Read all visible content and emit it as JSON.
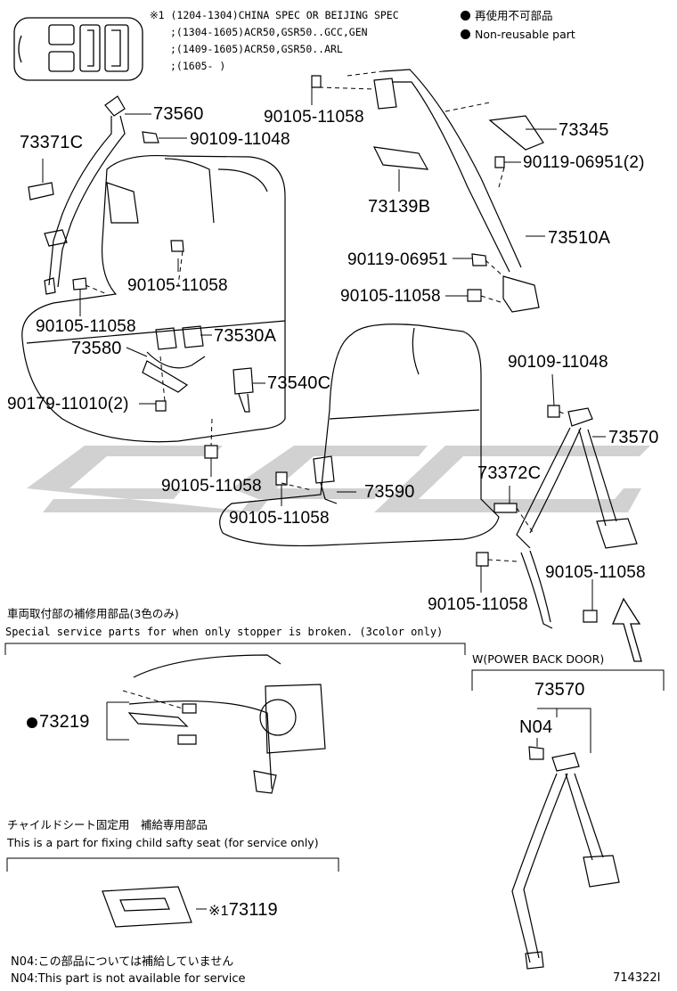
{
  "spec_note": {
    "line1": "※1 (1204-1304)CHINA SPEC OR BEIJING SPEC",
    "line2": ";(1304-1605)ACR50,GSR50..GCC,GEN",
    "line3": ";(1409-1605)ACR50,GSR50..ARL",
    "line4": ";(1605-        )"
  },
  "legend": {
    "non_reusable_jp": "再使用不可部品",
    "non_reusable_en": "Non-reusable part"
  },
  "parts": {
    "p73560": "73560",
    "p90109_11048_a": "90109-11048",
    "p73371C": "73371C",
    "p90105_11058_a": "90105-11058",
    "p73345": "73345",
    "p90119_06951_2": "90119-06951(2)",
    "p73139B": "73139B",
    "p73510A": "73510A",
    "p90119_06951": "90119-06951",
    "p90105_11058_b": "90105-11058",
    "p90105_11058_c": "90105-11058",
    "p90105_11058_d": "90105-11058",
    "p73530A": "73530A",
    "p73580": "73580",
    "p73540C": "73540C",
    "p90179_11010_2": "90179-11010(2)",
    "p90109_11048_b": "90109-11048",
    "p73570_a": "73570",
    "p90105_11058_e": "90105-11058",
    "p73372C": "73372C",
    "p73590": "73590",
    "p90105_11058_f": "90105-11058",
    "p90105_11058_g": "90105-11058",
    "p90105_11058_h": "90105-11058",
    "p73219": "73219",
    "p73570_b": "73570",
    "pN04": "N04",
    "p73119": "73119",
    "p73119_mark": "※1"
  },
  "sections": {
    "stopper_jp": "車両取付部の補修用部品(3色のみ)",
    "stopper_en": "Special service parts for when only stopper is broken. (3color only)",
    "child_jp": "チャイルドシート固定用　補給専用部品",
    "child_en": "This is a part for fixing child safty seat (for service only)",
    "power_back_door": "W(POWER BACK DOOR)"
  },
  "footer": {
    "n04_jp": "N04:この部品については補給していません",
    "n04_en": "N04:This part is not available for service",
    "diagram_id": "714322I"
  },
  "colors": {
    "ink": "#000000",
    "watermark": "#c8c8c8"
  }
}
